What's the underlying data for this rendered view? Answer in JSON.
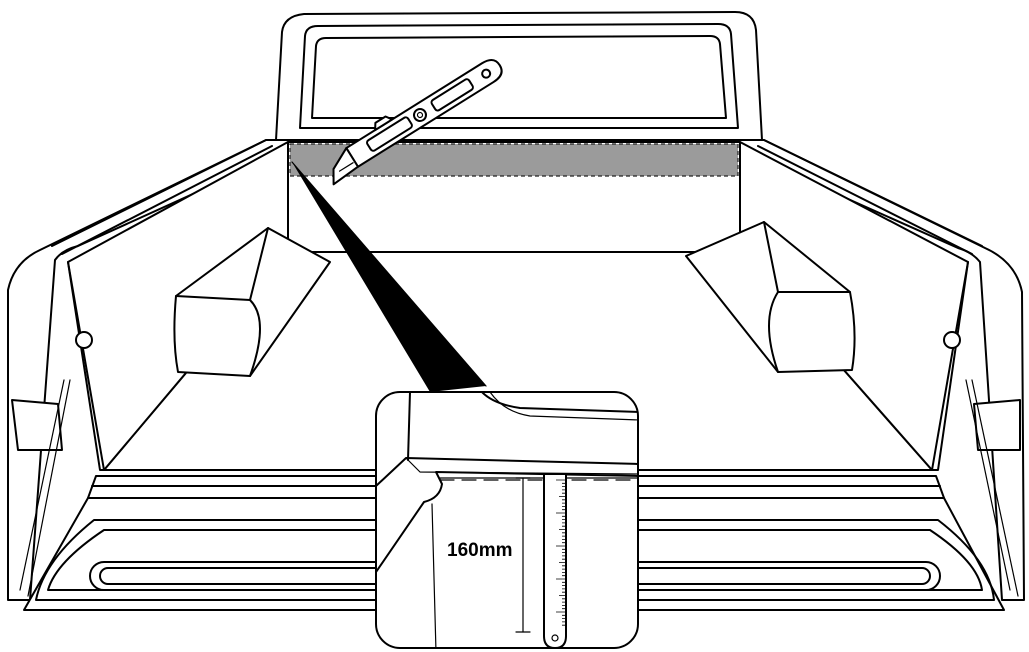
{
  "measurement": {
    "label": "160mm",
    "value": 160,
    "unit": "mm"
  },
  "colors": {
    "cut_zone": "#9b9b9b",
    "line": "#000000",
    "background": "#ffffff"
  },
  "icons": [
    "utility-knife-icon",
    "ruler-icon"
  ]
}
